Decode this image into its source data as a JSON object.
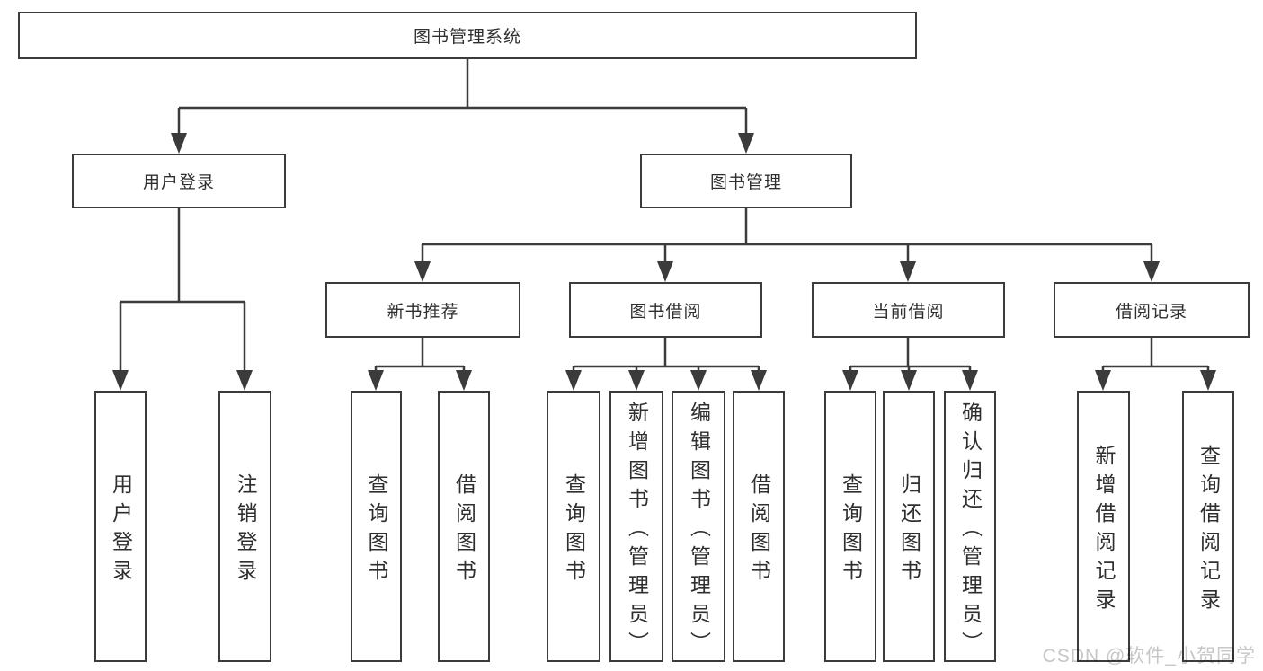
{
  "diagram": {
    "root": "图书管理系统",
    "level2": [
      {
        "id": "user-login",
        "label": "用户登录",
        "children": [
          "用户登录",
          "注销登录"
        ]
      },
      {
        "id": "book-management",
        "label": "图书管理"
      }
    ],
    "level3": [
      {
        "id": "new-book-recommendation",
        "label": "新书推荐",
        "children": [
          "查询图书",
          "借阅图书"
        ]
      },
      {
        "id": "book-borrowing",
        "label": "图书借阅",
        "children": [
          "查询图书",
          "新增图书（管理员）",
          "编辑图书（管理员）",
          "借阅图书"
        ]
      },
      {
        "id": "current-borrowing",
        "label": "当前借阅",
        "children": [
          "查询图书",
          "归还图书",
          "确认归还（管理员）"
        ]
      },
      {
        "id": "borrowing-records",
        "label": "借阅记录",
        "children": [
          "新增借阅记录",
          "查询借阅记录"
        ]
      }
    ]
  },
  "watermark": "CSDN @软件_小贺同学",
  "colors": {
    "line": "#3b3b3b",
    "text": "#2f2f2f",
    "watermark": "#c7c7c7",
    "background": "#ffffff"
  }
}
